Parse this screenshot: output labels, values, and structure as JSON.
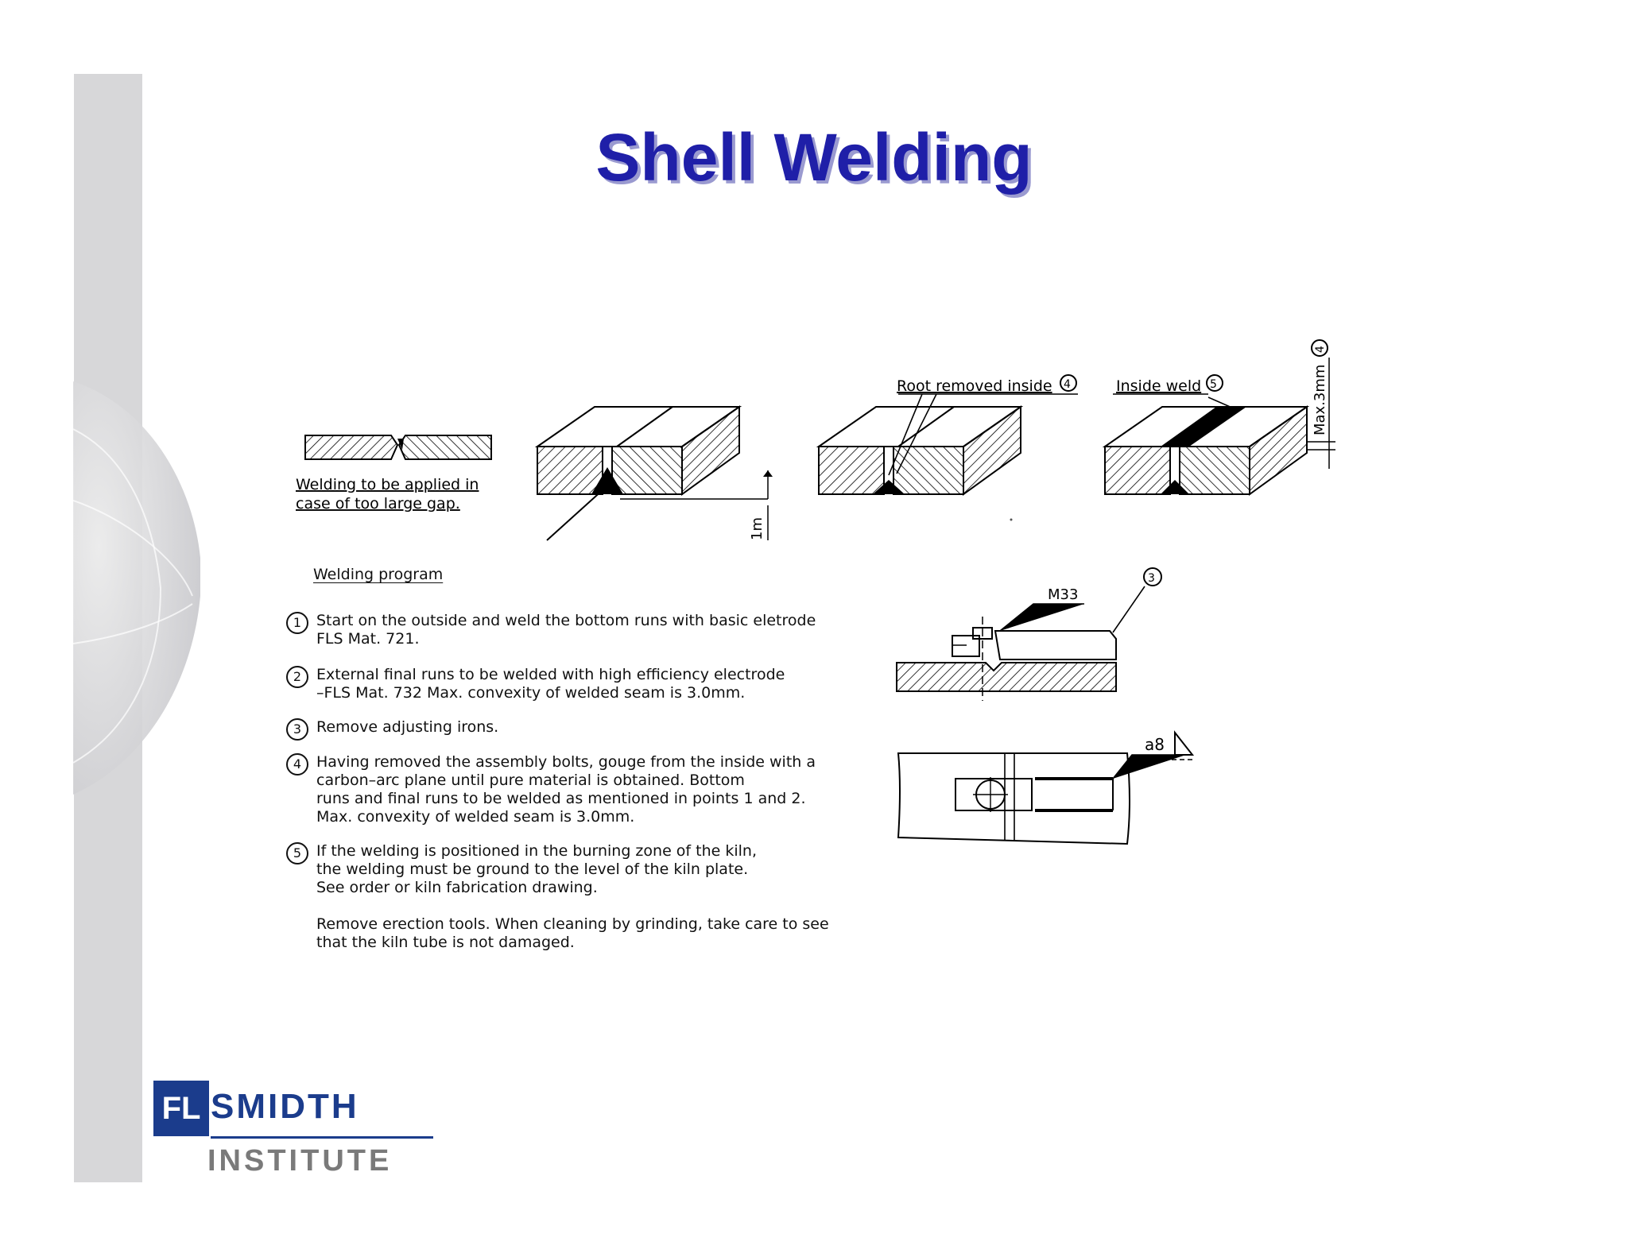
{
  "slide": {
    "title": "Shell Welding"
  },
  "figures": {
    "gap_caption": [
      "Welding to be applied in",
      "case of too large gap."
    ],
    "root_label": "Root removed inside",
    "root_label_num": "4",
    "inside_weld_label": "Inside weld",
    "inside_weld_num": "5",
    "max_label": "Max.3mm",
    "max_label_num": "4",
    "dim_label": "1m",
    "bolt_label": "M33",
    "bolt_label_num": "3",
    "fillet_label": "a8"
  },
  "program": {
    "heading": "Welding program",
    "steps": [
      {
        "num": "1",
        "text": "Start on the outside and weld the bottom runs with basic eletrode\nFLS Mat. 721."
      },
      {
        "num": "2",
        "text": "External final runs to be welded with high efficiency electrode\n–FLS Mat. 732 Max. convexity of welded seam is 3.0mm."
      },
      {
        "num": "3",
        "text": "Remove adjusting irons."
      },
      {
        "num": "4",
        "text": "Having removed the assembly bolts, gouge from the inside with a\ncarbon–arc plane until pure material is obtained. Bottom\nruns and final runs to be welded as mentioned in points 1 and 2.\nMax. convexity of welded seam is 3.0mm."
      },
      {
        "num": "5",
        "text": "If the welding is positioned in the burning zone of the kiln,\nthe welding must be ground to the level of the kiln plate.\nSee order or kiln fabrication drawing."
      }
    ],
    "note": "Remove erection tools. When cleaning by grinding, take care to see\nthat the kiln tube is not damaged."
  },
  "logo": {
    "fl": "FL",
    "smidth": "SMIDTH",
    "institute": "INSTITUTE"
  }
}
